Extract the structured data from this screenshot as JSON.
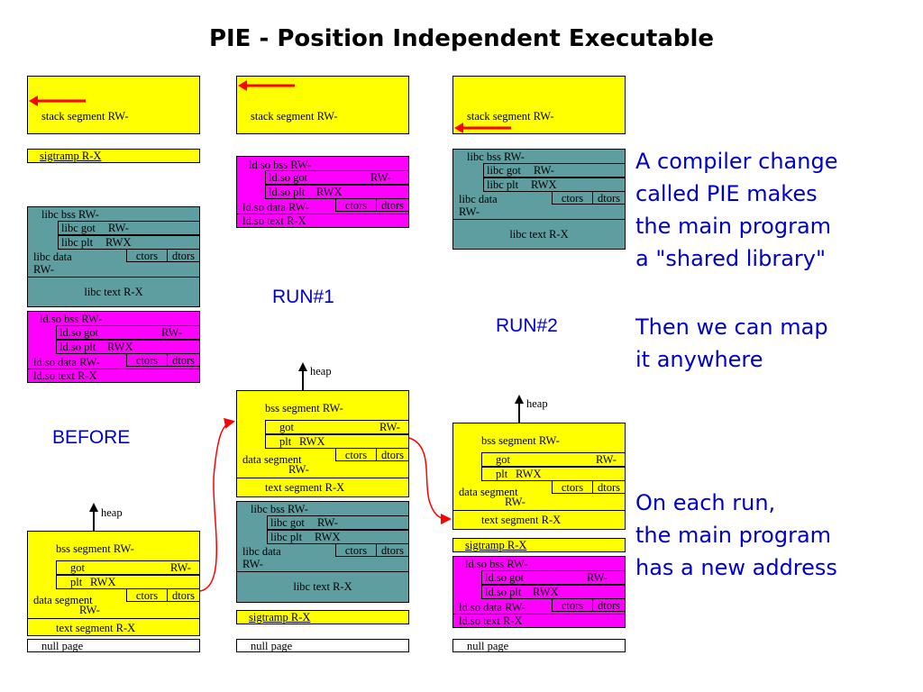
{
  "title": "PIE - Position Independent Executable",
  "labels": {
    "before": "BEFORE",
    "run1": "RUN#1",
    "run2": "RUN#2",
    "heap": "heap"
  },
  "segments": {
    "stack": "stack segment RW-",
    "sigtramp": "sigtramp R-X",
    "libc_bss": "libc bss RW-",
    "libc_got": "libc got",
    "libc_plt": "libc plt",
    "libc_data": "libc data",
    "libc_text": "libc text R-X",
    "ldso_bss": "ld.so bss RW-",
    "ldso_got": "ld.so got",
    "ldso_plt": "ld.so plt",
    "ldso_data": "ld.so data RW-",
    "ldso_text": "ld.so text R-X",
    "bss": "bss segment RW-",
    "got": "got",
    "plt": "plt",
    "data_segment": "data segment",
    "text": "text segment R-X",
    "null_page": "null page",
    "ctors": "ctors",
    "dtors": "dtors",
    "rw": "RW-",
    "rwx": "RWX"
  },
  "notes": {
    "pie_intro": "A compiler change\ncalled PIE makes\nthe main program\na \"shared library\"",
    "map_anywhere": "Then we can map\nit anywhere",
    "each_run": "On each run,\nthe main program\nhas a new address"
  },
  "colors": {
    "program": "#ffff00",
    "libc": "#5f9ea0",
    "ld_so": "#ff00ff",
    "note_text": "#0000cc",
    "arrow": "#ff0000"
  }
}
